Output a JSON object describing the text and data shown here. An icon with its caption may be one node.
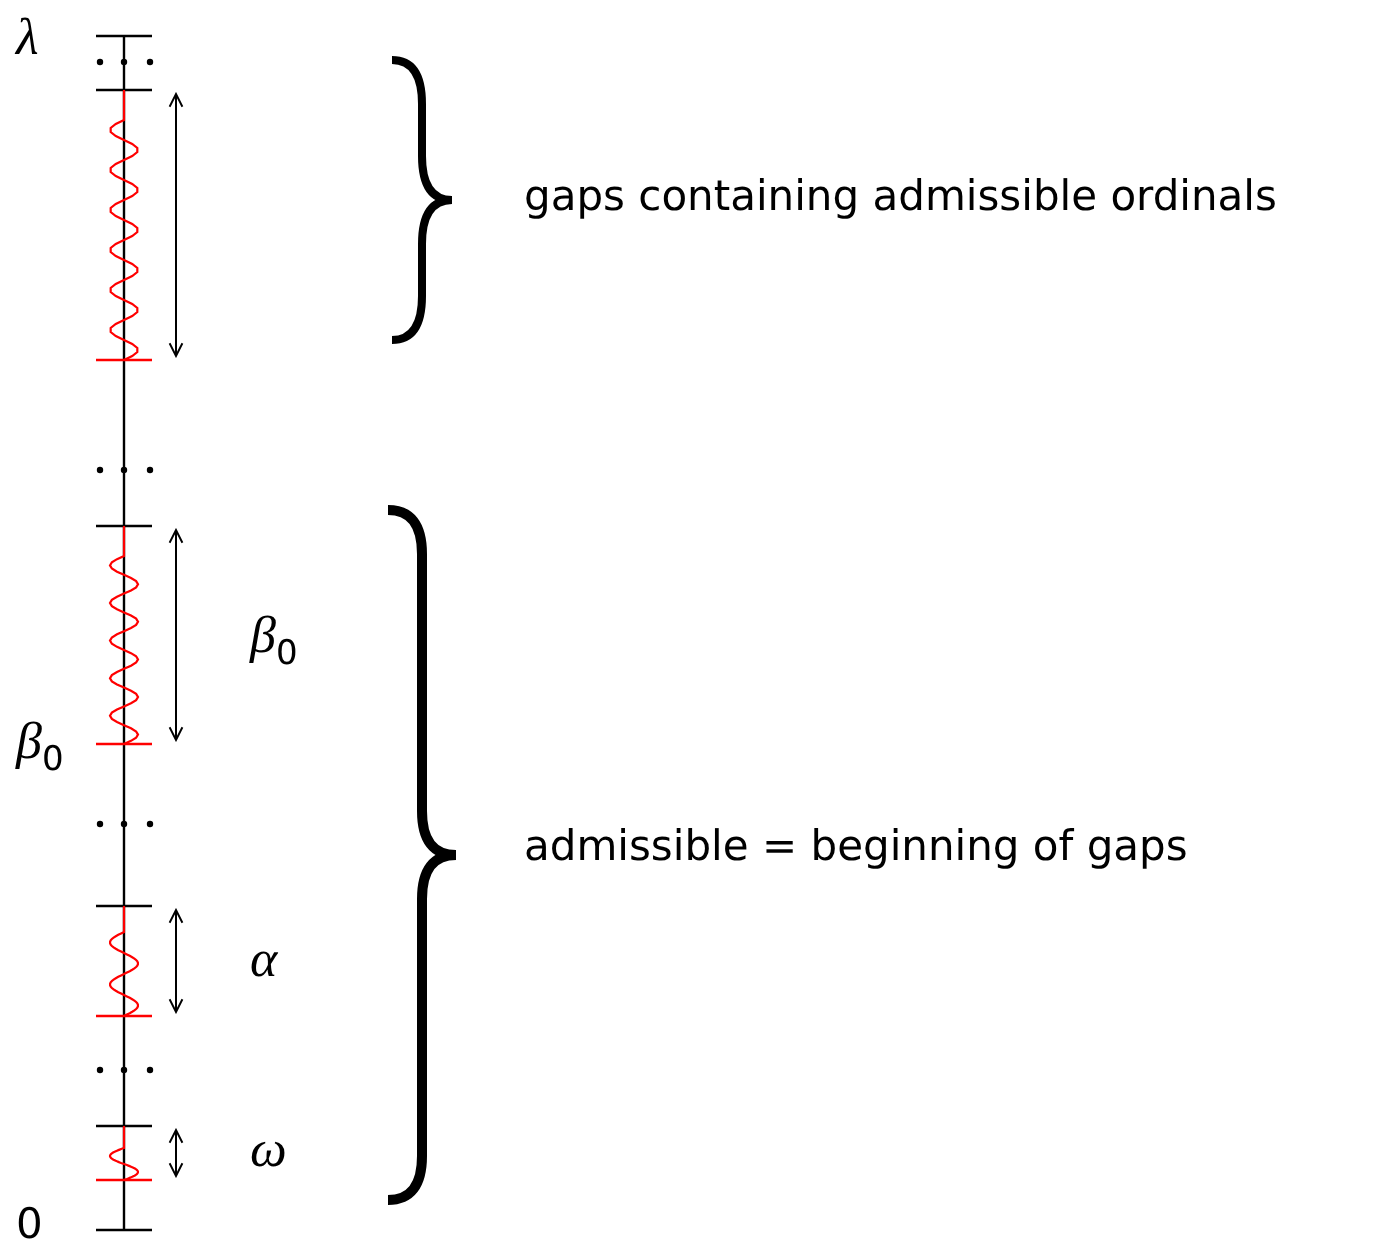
{
  "diagram": {
    "labels": [
      "λ",
      "gaps containing admissible ordinals",
      "β$_{0}$",
      "β$_{0}$",
      "admissible = beginning of gaps",
      "α",
      "ω",
      "0"
    ]
  }
}
